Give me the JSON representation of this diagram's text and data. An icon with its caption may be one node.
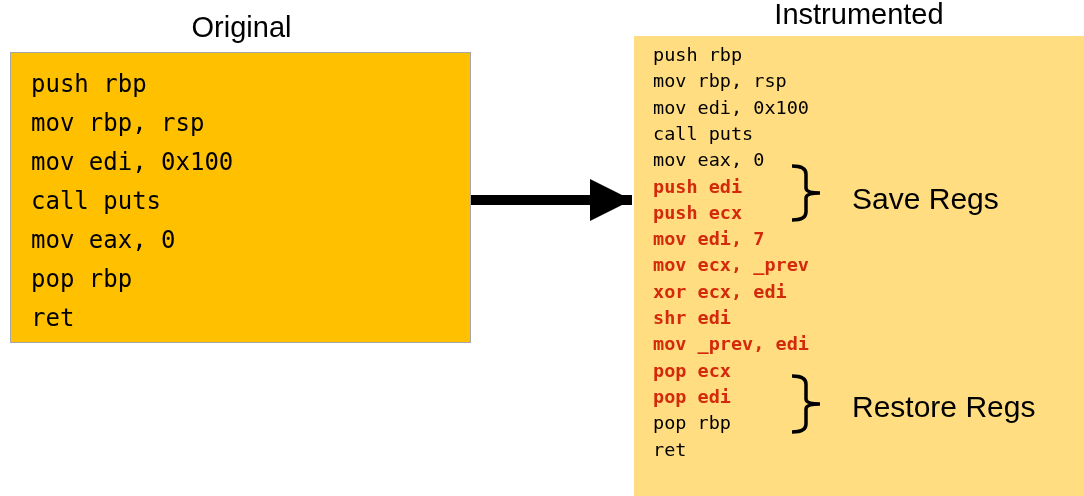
{
  "diagram": {
    "nodes": [
      {
        "text": [
          "Original",
          "push rbp",
          "mov rbp, rsp",
          "mov edi, 0x100",
          "call puts",
          "mov eax, 0",
          "pop rbp",
          "ret"
        ]
      },
      {
        "text": [
          "Instrumented",
          "push rbp",
          "mov rbp, rsp",
          "mov edi, 0x100",
          "call puts",
          "mov eax, 0",
          "pop rbp",
          "ret"
        ]
      },
      {
        "text": [
          "push edi",
          "push ecx"
        ],
        "in": 1
      },
      {
        "text": [
          "mov edi, 7",
          "mov ecx, _prev",
          "xor ecx, edi",
          "shr edi",
          "mov _prev, edi"
        ],
        "in": 1
      },
      {
        "text": [
          "pop ecx",
          "pop edi"
        ],
        "in": 1
      }
    ],
    "edges": [
      {
        "from": 0,
        "to": 1,
        "arrow": "to"
      }
    ],
    "labels": [
      "Save Regs",
      "Restore Regs"
    ]
  }
}
